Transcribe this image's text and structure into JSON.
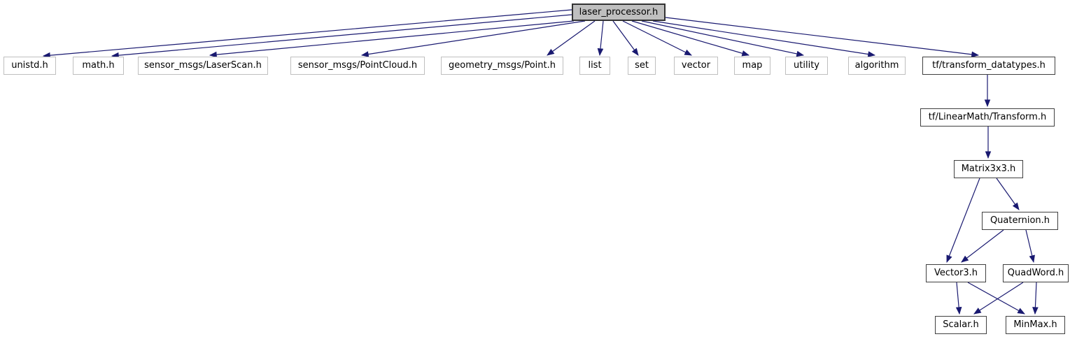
{
  "diagram": {
    "root": {
      "label": "laser_processor.h"
    },
    "nodes": [
      {
        "id": "unistd",
        "label": "unistd.h",
        "linked": false
      },
      {
        "id": "math",
        "label": "math.h",
        "linked": false
      },
      {
        "id": "laserscan",
        "label": "sensor_msgs/LaserScan.h",
        "linked": false
      },
      {
        "id": "pointcloud",
        "label": "sensor_msgs/PointCloud.h",
        "linked": false
      },
      {
        "id": "point",
        "label": "geometry_msgs/Point.h",
        "linked": false
      },
      {
        "id": "list",
        "label": "list",
        "linked": false
      },
      {
        "id": "set",
        "label": "set",
        "linked": false
      },
      {
        "id": "vector",
        "label": "vector",
        "linked": false
      },
      {
        "id": "map",
        "label": "map",
        "linked": false
      },
      {
        "id": "utility",
        "label": "utility",
        "linked": false
      },
      {
        "id": "algorithm",
        "label": "algorithm",
        "linked": false
      },
      {
        "id": "tfdatatypes",
        "label": "tf/transform_datatypes.h",
        "linked": true
      },
      {
        "id": "tftransform",
        "label": "tf/LinearMath/Transform.h",
        "linked": true
      },
      {
        "id": "matrix3x3",
        "label": "Matrix3x3.h",
        "linked": true
      },
      {
        "id": "quaternion",
        "label": "Quaternion.h",
        "linked": true
      },
      {
        "id": "vector3",
        "label": "Vector3.h",
        "linked": true
      },
      {
        "id": "quadword",
        "label": "QuadWord.h",
        "linked": true
      },
      {
        "id": "scalar",
        "label": "Scalar.h",
        "linked": true
      },
      {
        "id": "minmax",
        "label": "MinMax.h",
        "linked": true
      }
    ],
    "edges": [
      {
        "from": "laser_processor.h",
        "to": "unistd.h"
      },
      {
        "from": "laser_processor.h",
        "to": "math.h"
      },
      {
        "from": "laser_processor.h",
        "to": "sensor_msgs/LaserScan.h"
      },
      {
        "from": "laser_processor.h",
        "to": "sensor_msgs/PointCloud.h"
      },
      {
        "from": "laser_processor.h",
        "to": "geometry_msgs/Point.h"
      },
      {
        "from": "laser_processor.h",
        "to": "list"
      },
      {
        "from": "laser_processor.h",
        "to": "set"
      },
      {
        "from": "laser_processor.h",
        "to": "vector"
      },
      {
        "from": "laser_processor.h",
        "to": "map"
      },
      {
        "from": "laser_processor.h",
        "to": "utility"
      },
      {
        "from": "laser_processor.h",
        "to": "algorithm"
      },
      {
        "from": "laser_processor.h",
        "to": "tf/transform_datatypes.h"
      },
      {
        "from": "tf/transform_datatypes.h",
        "to": "tf/LinearMath/Transform.h"
      },
      {
        "from": "tf/LinearMath/Transform.h",
        "to": "Matrix3x3.h"
      },
      {
        "from": "Matrix3x3.h",
        "to": "Quaternion.h"
      },
      {
        "from": "Matrix3x3.h",
        "to": "Vector3.h"
      },
      {
        "from": "Quaternion.h",
        "to": "Vector3.h"
      },
      {
        "from": "Quaternion.h",
        "to": "QuadWord.h"
      },
      {
        "from": "Vector3.h",
        "to": "Scalar.h"
      },
      {
        "from": "Vector3.h",
        "to": "MinMax.h"
      },
      {
        "from": "QuadWord.h",
        "to": "Scalar.h"
      },
      {
        "from": "QuadWord.h",
        "to": "MinMax.h"
      }
    ]
  },
  "colors": {
    "edge": "#191970",
    "root_fill": "#bfbfbf",
    "linked_border": "#404040",
    "plain_border": "#bfbfbf",
    "background": "#ffffff",
    "text": "#000000"
  }
}
